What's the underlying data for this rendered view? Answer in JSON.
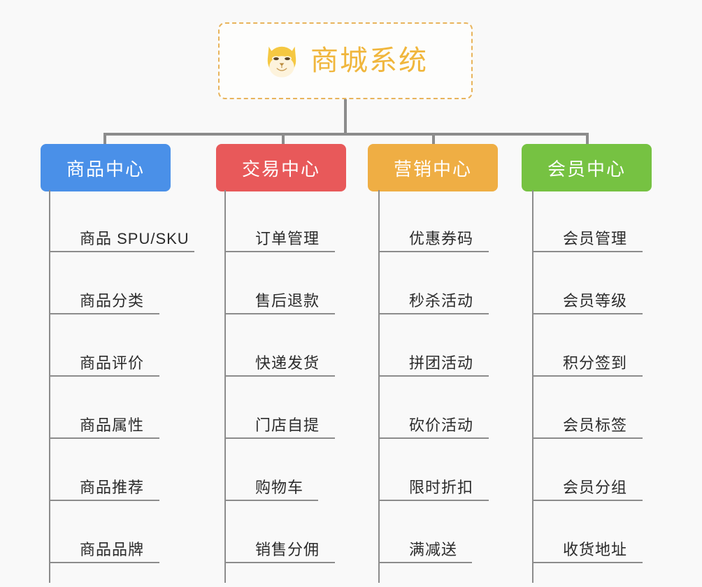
{
  "diagram": {
    "type": "mindmap",
    "background_color": "#f9f9f9",
    "connector_color": "#8c8c8c",
    "root": {
      "label": "商城系统",
      "icon": "shiba-dog-face-icon",
      "text_color": "#f0b63c",
      "border_color": "#e8b45c",
      "border_style": "dashed"
    },
    "branches": [
      {
        "label": "商品中心",
        "color": "#4a90e8",
        "items": [
          "商品 SPU/SKU",
          "商品分类",
          "商品评价",
          "商品属性",
          "商品推荐",
          "商品品牌"
        ]
      },
      {
        "label": "交易中心",
        "color": "#e8595a",
        "items": [
          "订单管理",
          "售后退款",
          "快递发货",
          "门店自提",
          "购物车",
          "销售分佣"
        ]
      },
      {
        "label": "营销中心",
        "color": "#efae44",
        "items": [
          "优惠券码",
          "秒杀活动",
          "拼团活动",
          "砍价活动",
          "限时折扣",
          "满减送"
        ]
      },
      {
        "label": "会员中心",
        "color": "#76c242",
        "items": [
          "会员管理",
          "会员等级",
          "积分签到",
          "会员标签",
          "会员分组",
          "收货地址"
        ]
      }
    ]
  }
}
